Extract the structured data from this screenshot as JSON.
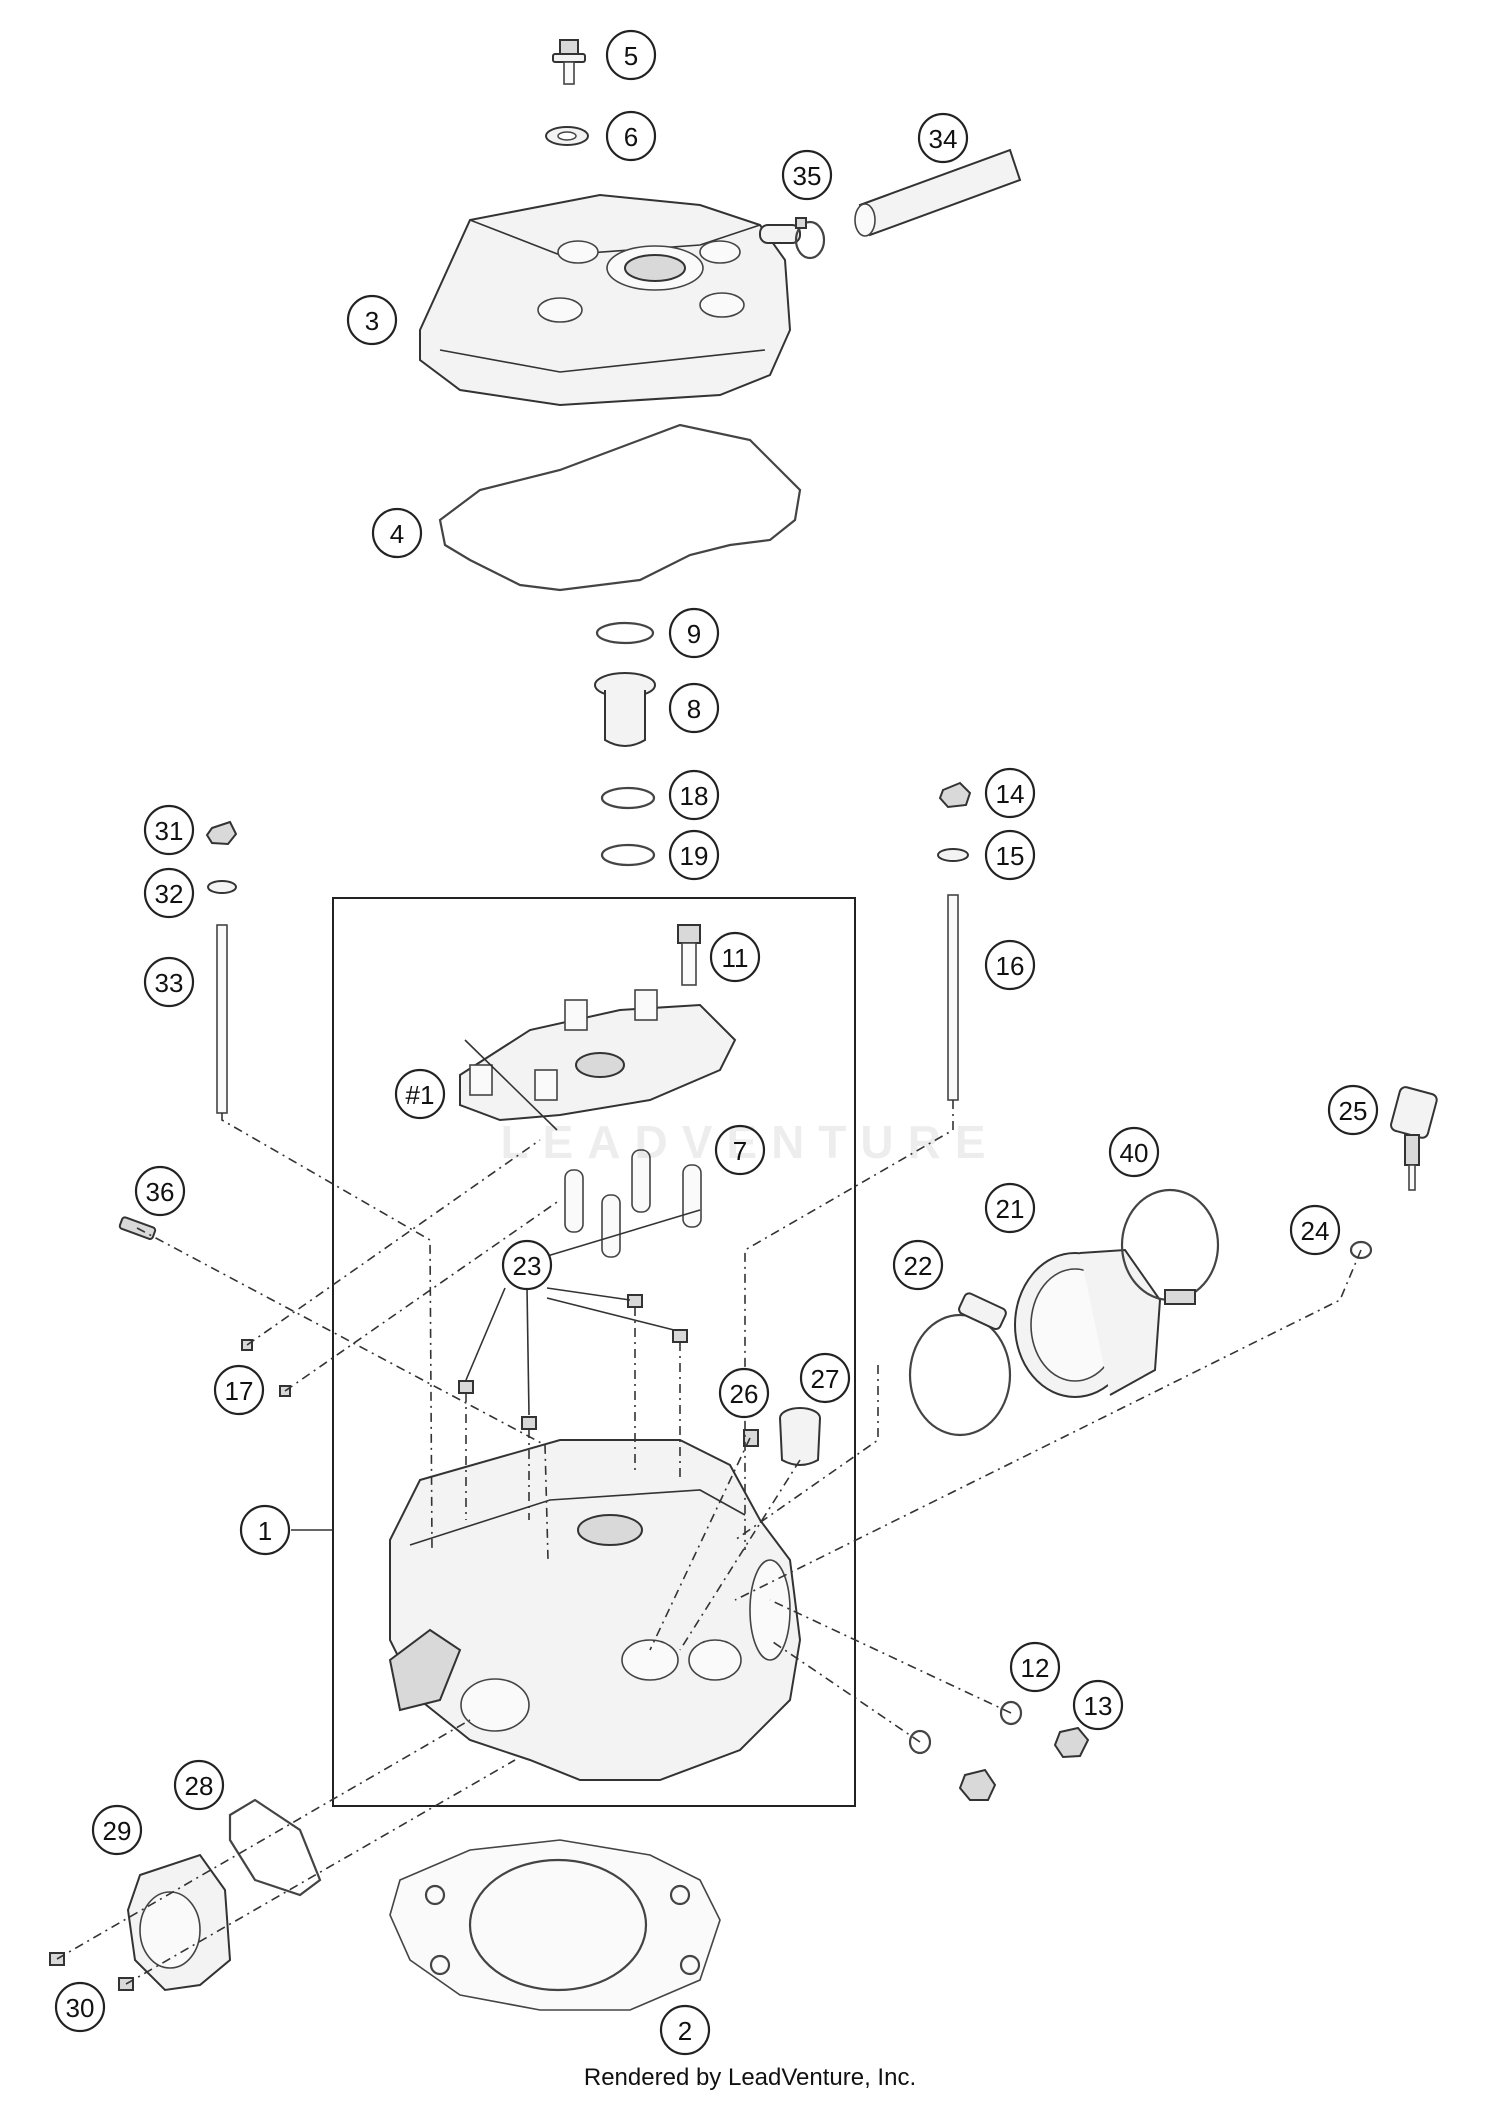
{
  "diagram": {
    "callouts": [
      {
        "id": "c1",
        "label": "1"
      },
      {
        "id": "c2",
        "label": "2"
      },
      {
        "id": "c3",
        "label": "3"
      },
      {
        "id": "c4",
        "label": "4"
      },
      {
        "id": "c5",
        "label": "5"
      },
      {
        "id": "c6",
        "label": "6"
      },
      {
        "id": "c7",
        "label": "7"
      },
      {
        "id": "c8",
        "label": "8"
      },
      {
        "id": "c9",
        "label": "9"
      },
      {
        "id": "c11",
        "label": "11"
      },
      {
        "id": "c12",
        "label": "12"
      },
      {
        "id": "c13",
        "label": "13"
      },
      {
        "id": "c14",
        "label": "14"
      },
      {
        "id": "c15",
        "label": "15"
      },
      {
        "id": "c16",
        "label": "16"
      },
      {
        "id": "c17",
        "label": "17"
      },
      {
        "id": "c18",
        "label": "18"
      },
      {
        "id": "c19",
        "label": "19"
      },
      {
        "id": "c21",
        "label": "21"
      },
      {
        "id": "c22",
        "label": "22"
      },
      {
        "id": "c23",
        "label": "23"
      },
      {
        "id": "c24",
        "label": "24"
      },
      {
        "id": "c25",
        "label": "25"
      },
      {
        "id": "c26",
        "label": "26"
      },
      {
        "id": "c27",
        "label": "27"
      },
      {
        "id": "c28",
        "label": "28"
      },
      {
        "id": "c29",
        "label": "29"
      },
      {
        "id": "c30",
        "label": "30"
      },
      {
        "id": "c31",
        "label": "31"
      },
      {
        "id": "c32",
        "label": "32"
      },
      {
        "id": "c33",
        "label": "33"
      },
      {
        "id": "c34",
        "label": "34"
      },
      {
        "id": "c35",
        "label": "35"
      },
      {
        "id": "c36",
        "label": "36"
      },
      {
        "id": "c40",
        "label": "40"
      },
      {
        "id": "cA1",
        "label": "#1"
      }
    ],
    "watermark": "LEADVENTURE",
    "footer": "Rendered by LeadVenture, Inc."
  }
}
